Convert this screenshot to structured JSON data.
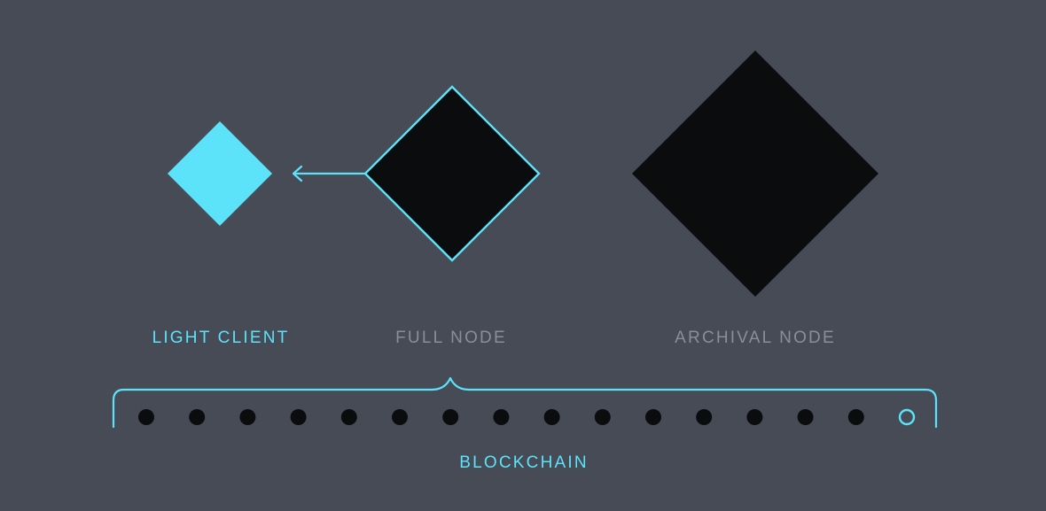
{
  "colors": {
    "background": "#474b55",
    "accent": "#5ce3fa",
    "node_fill": "#0b0c0e",
    "muted_text": "#8a8e97",
    "dot_fill": "#0b0c0e"
  },
  "nodes": {
    "light_client": {
      "label": "LIGHT CLIENT",
      "icon": "filled-diamond"
    },
    "full_node": {
      "label": "FULL NODE",
      "icon": "outlined-diamond"
    },
    "archival_node": {
      "label": "ARCHIVAL NODE",
      "icon": "large-diamond"
    }
  },
  "arrow": {
    "from": "full_node",
    "to": "light_client"
  },
  "blockchain": {
    "label": "BLOCKCHAIN",
    "blocks": 16,
    "latest_block_highlighted": true
  }
}
